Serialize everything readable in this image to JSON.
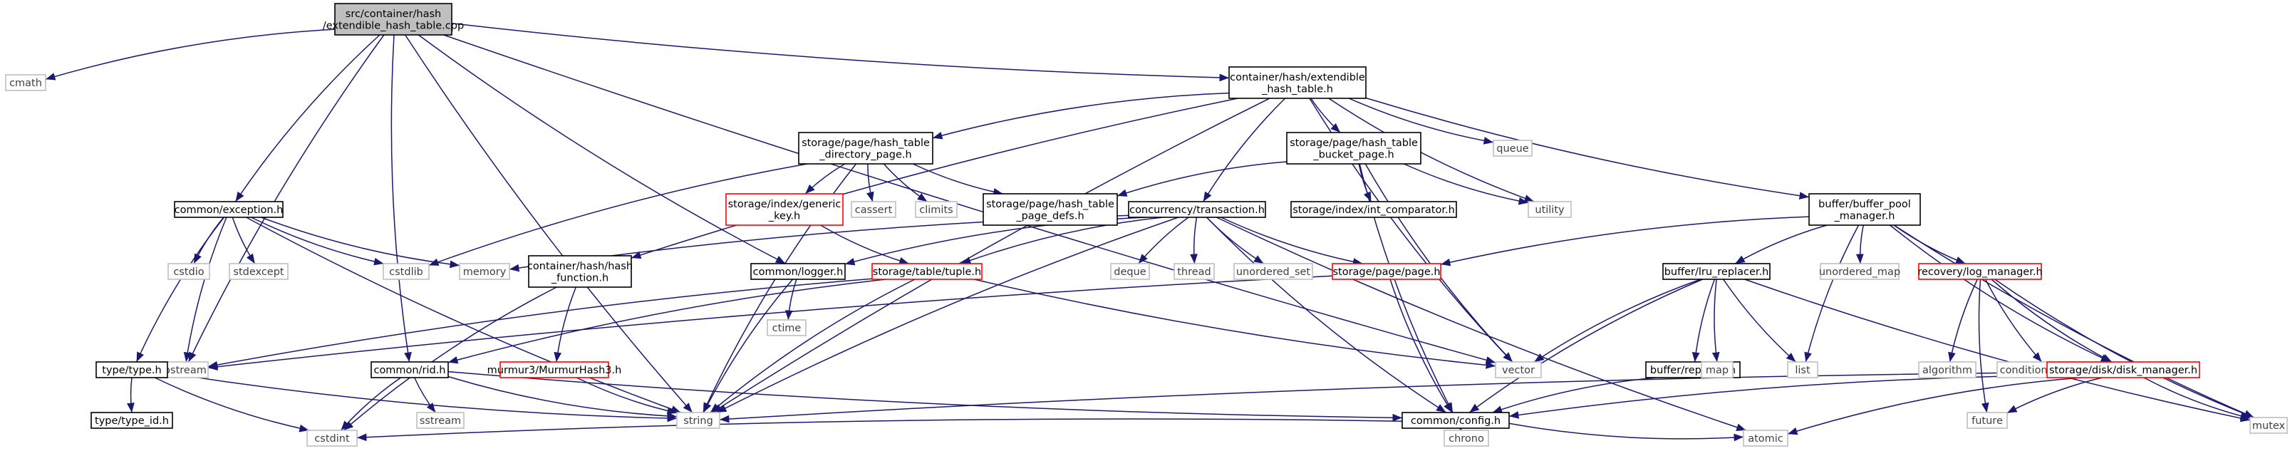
{
  "colors": {
    "edge": "#191970",
    "main_fill": "#bfbfbf",
    "main_border": "#000000",
    "header_border": "#000000",
    "sys_border": "#bfbfbf",
    "sys_text": "#404040",
    "undoc_border": "#ff0000",
    "text": "#000000"
  },
  "nodes": [
    {
      "id": "root",
      "lines": [
        "src/container/hash",
        "/extendible_hash_table.cpp"
      ],
      "kind": "main"
    },
    {
      "id": "cmath",
      "lines": [
        "cmath"
      ],
      "kind": "sys"
    },
    {
      "id": "exception",
      "lines": [
        "common/exception.h"
      ],
      "kind": "header"
    },
    {
      "id": "iostream",
      "lines": [
        "iostream"
      ],
      "kind": "sys"
    },
    {
      "id": "rid",
      "lines": [
        "common/rid.h"
      ],
      "kind": "header"
    },
    {
      "id": "string",
      "lines": [
        "string"
      ],
      "kind": "sys"
    },
    {
      "id": "logger",
      "lines": [
        "common/logger.h"
      ],
      "kind": "header"
    },
    {
      "id": "vector",
      "lines": [
        "vector"
      ],
      "kind": "sys"
    },
    {
      "id": "eht",
      "lines": [
        "container/hash/extendible",
        "_hash_table.h"
      ],
      "kind": "header"
    },
    {
      "id": "hashfunc",
      "lines": [
        "container/hash/hash",
        "_function.h"
      ],
      "kind": "header"
    },
    {
      "id": "murmur",
      "lines": [
        "murmur3/MurmurHash3.h"
      ],
      "kind": "undoc"
    },
    {
      "id": "cstdint",
      "lines": [
        "cstdint"
      ],
      "kind": "sys"
    },
    {
      "id": "dirpage",
      "lines": [
        "storage/page/hash_table",
        "_directory_page.h"
      ],
      "kind": "header"
    },
    {
      "id": "generickey",
      "lines": [
        "storage/index/generic",
        "_key.h"
      ],
      "kind": "undoc"
    },
    {
      "id": "cassert",
      "lines": [
        "cassert"
      ],
      "kind": "sys"
    },
    {
      "id": "climits",
      "lines": [
        "climits"
      ],
      "kind": "sys"
    },
    {
      "id": "pagedefs",
      "lines": [
        "storage/page/hash_table",
        "_page_defs.h"
      ],
      "kind": "header"
    },
    {
      "id": "transaction",
      "lines": [
        "concurrency/transaction.h"
      ],
      "kind": "header"
    },
    {
      "id": "bucketpage",
      "lines": [
        "storage/page/hash_table",
        "_bucket_page.h"
      ],
      "kind": "header"
    },
    {
      "id": "intcomp",
      "lines": [
        "storage/index/int_comparator.h"
      ],
      "kind": "header"
    },
    {
      "id": "queue",
      "lines": [
        "queue"
      ],
      "kind": "sys"
    },
    {
      "id": "utility",
      "lines": [
        "utility"
      ],
      "kind": "sys"
    },
    {
      "id": "bpm",
      "lines": [
        "buffer/buffer_pool",
        "_manager.h"
      ],
      "kind": "header"
    },
    {
      "id": "cstdio",
      "lines": [
        "cstdio"
      ],
      "kind": "sys"
    },
    {
      "id": "stdexcept",
      "lines": [
        "stdexcept"
      ],
      "kind": "sys"
    },
    {
      "id": "cstdlib",
      "lines": [
        "cstdlib"
      ],
      "kind": "sys"
    },
    {
      "id": "memory",
      "lines": [
        "memory"
      ],
      "kind": "sys"
    },
    {
      "id": "tuple",
      "lines": [
        "storage/table/tuple.h"
      ],
      "kind": "undoc"
    },
    {
      "id": "deque",
      "lines": [
        "deque"
      ],
      "kind": "sys"
    },
    {
      "id": "thread",
      "lines": [
        "thread"
      ],
      "kind": "sys"
    },
    {
      "id": "unordered_set",
      "lines": [
        "unordered_set"
      ],
      "kind": "sys"
    },
    {
      "id": "page",
      "lines": [
        "storage/page/page.h"
      ],
      "kind": "undoc"
    },
    {
      "id": "ctime",
      "lines": [
        "ctime"
      ],
      "kind": "sys"
    },
    {
      "id": "type",
      "lines": [
        "type/type.h"
      ],
      "kind": "header"
    },
    {
      "id": "typeid",
      "lines": [
        "type/type_id.h"
      ],
      "kind": "header"
    },
    {
      "id": "sstream",
      "lines": [
        "sstream"
      ],
      "kind": "sys"
    },
    {
      "id": "config",
      "lines": [
        "common/config.h"
      ],
      "kind": "header"
    },
    {
      "id": "chrono",
      "lines": [
        "chrono"
      ],
      "kind": "sys"
    },
    {
      "id": "atomic",
      "lines": [
        "atomic"
      ],
      "kind": "sys"
    },
    {
      "id": "lru",
      "lines": [
        "buffer/lru_replacer.h"
      ],
      "kind": "header"
    },
    {
      "id": "replacer",
      "lines": [
        "buffer/replacer.h"
      ],
      "kind": "header"
    },
    {
      "id": "map",
      "lines": [
        "map"
      ],
      "kind": "sys"
    },
    {
      "id": "list",
      "lines": [
        "list"
      ],
      "kind": "sys"
    },
    {
      "id": "unordered_map",
      "lines": [
        "unordered_map"
      ],
      "kind": "sys"
    },
    {
      "id": "logmanager",
      "lines": [
        "recovery/log_manager.h"
      ],
      "kind": "undoc"
    },
    {
      "id": "algorithm",
      "lines": [
        "algorithm"
      ],
      "kind": "sys"
    },
    {
      "id": "condvar",
      "lines": [
        "condition_variable"
      ],
      "kind": "sys"
    },
    {
      "id": "diskmanager",
      "lines": [
        "storage/disk/disk_manager.h"
      ],
      "kind": "undoc"
    },
    {
      "id": "future",
      "lines": [
        "future"
      ],
      "kind": "sys"
    },
    {
      "id": "mutex",
      "lines": [
        "mutex"
      ],
      "kind": "sys"
    }
  ],
  "edges": [
    [
      "root",
      "cmath"
    ],
    [
      "root",
      "exception"
    ],
    [
      "root",
      "iostream"
    ],
    [
      "root",
      "rid"
    ],
    [
      "root",
      "string"
    ],
    [
      "root",
      "logger"
    ],
    [
      "root",
      "vector"
    ],
    [
      "root",
      "eht"
    ],
    [
      "exception",
      "cstdio"
    ],
    [
      "exception",
      "stdexcept"
    ],
    [
      "exception",
      "cstdlib"
    ],
    [
      "exception",
      "memory"
    ],
    [
      "exception",
      "iostream"
    ],
    [
      "exception",
      "string"
    ],
    [
      "exception",
      "type"
    ],
    [
      "type",
      "typeid"
    ],
    [
      "type",
      "string"
    ],
    [
      "type",
      "cstdint"
    ],
    [
      "rid",
      "cstdint"
    ],
    [
      "rid",
      "sstream"
    ],
    [
      "rid",
      "string"
    ],
    [
      "rid",
      "config"
    ],
    [
      "logger",
      "ctime"
    ],
    [
      "logger",
      "string"
    ],
    [
      "eht",
      "queue"
    ],
    [
      "eht",
      "string"
    ],
    [
      "eht",
      "utility"
    ],
    [
      "eht",
      "vector"
    ],
    [
      "eht",
      "hashfunc"
    ],
    [
      "eht",
      "dirpage"
    ],
    [
      "eht",
      "bucketpage"
    ],
    [
      "eht",
      "transaction"
    ],
    [
      "eht",
      "bpm"
    ],
    [
      "hashfunc",
      "murmur"
    ],
    [
      "hashfunc",
      "cstdint"
    ],
    [
      "murmur",
      "string"
    ],
    [
      "dirpage",
      "cassert"
    ],
    [
      "dirpage",
      "climits"
    ],
    [
      "dirpage",
      "string"
    ],
    [
      "dirpage",
      "cstdlib"
    ],
    [
      "dirpage",
      "generickey"
    ],
    [
      "dirpage",
      "pagedefs"
    ],
    [
      "generickey",
      "tuple"
    ],
    [
      "tuple",
      "iostream"
    ],
    [
      "tuple",
      "string"
    ],
    [
      "tuple",
      "vector"
    ],
    [
      "tuple",
      "rid"
    ],
    [
      "bucketpage",
      "utility"
    ],
    [
      "bucketpage",
      "vector"
    ],
    [
      "bucketpage",
      "pagedefs"
    ],
    [
      "bucketpage",
      "intcomp"
    ],
    [
      "bucketpage",
      "config"
    ],
    [
      "transaction",
      "atomic"
    ],
    [
      "transaction",
      "deque"
    ],
    [
      "transaction",
      "memory"
    ],
    [
      "transaction",
      "string"
    ],
    [
      "transaction",
      "thread"
    ],
    [
      "transaction",
      "unordered_set"
    ],
    [
      "transaction",
      "logger"
    ],
    [
      "transaction",
      "tuple"
    ],
    [
      "transaction",
      "page"
    ],
    [
      "transaction",
      "config"
    ],
    [
      "page",
      "iostream"
    ],
    [
      "page",
      "config"
    ],
    [
      "config",
      "cstdint"
    ],
    [
      "config",
      "chrono"
    ],
    [
      "config",
      "atomic"
    ],
    [
      "bpm",
      "list"
    ],
    [
      "bpm",
      "mutex"
    ],
    [
      "bpm",
      "unordered_map"
    ],
    [
      "bpm",
      "lru"
    ],
    [
      "bpm",
      "logmanager"
    ],
    [
      "bpm",
      "diskmanager"
    ],
    [
      "bpm",
      "page"
    ],
    [
      "lru",
      "list"
    ],
    [
      "lru",
      "map"
    ],
    [
      "lru",
      "mutex"
    ],
    [
      "lru",
      "vector"
    ],
    [
      "lru",
      "replacer"
    ],
    [
      "lru",
      "config"
    ],
    [
      "replacer",
      "config"
    ],
    [
      "logmanager",
      "algorithm"
    ],
    [
      "logmanager",
      "condvar"
    ],
    [
      "logmanager",
      "future"
    ],
    [
      "logmanager",
      "mutex"
    ],
    [
      "logmanager",
      "diskmanager"
    ],
    [
      "diskmanager",
      "atomic"
    ],
    [
      "diskmanager",
      "future"
    ],
    [
      "diskmanager",
      "mutex"
    ],
    [
      "diskmanager",
      "string"
    ],
    [
      "diskmanager",
      "config"
    ]
  ]
}
